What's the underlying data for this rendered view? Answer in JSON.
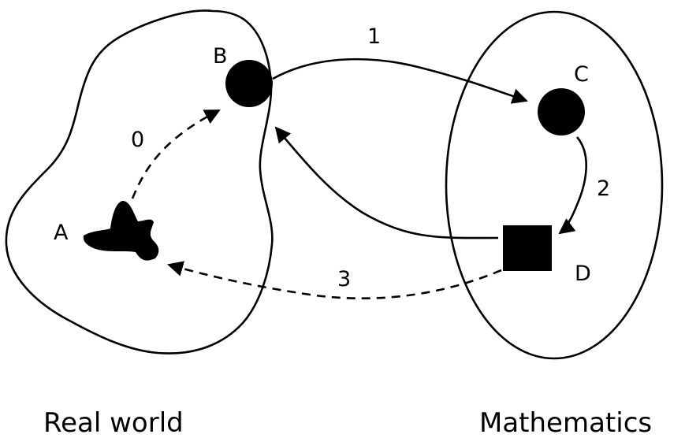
{
  "diagram": {
    "regions": [
      {
        "id": "real-world",
        "label": "Real world",
        "shape": "blob"
      },
      {
        "id": "mathematics",
        "label": "Mathematics",
        "shape": "ellipse"
      }
    ],
    "nodes": [
      {
        "id": "A",
        "label": "A",
        "shape": "irregular-blob",
        "region": "real-world"
      },
      {
        "id": "B",
        "label": "B",
        "shape": "circle",
        "region": "real-world"
      },
      {
        "id": "C",
        "label": "C",
        "shape": "circle",
        "region": "mathematics"
      },
      {
        "id": "D",
        "label": "D",
        "shape": "square",
        "region": "mathematics"
      }
    ],
    "edges": [
      {
        "from": "A",
        "to": "B",
        "label": "0",
        "style": "dashed"
      },
      {
        "from": "B",
        "to": "C",
        "label": "1",
        "style": "solid"
      },
      {
        "from": "C",
        "to": "D",
        "label": "2",
        "style": "solid"
      },
      {
        "from": "D",
        "to": "A",
        "label": "3",
        "style": "dashed"
      },
      {
        "from": "D",
        "to": "B",
        "label": "",
        "style": "solid"
      }
    ],
    "colors": {
      "ink": "#000000",
      "background": "#ffffff"
    }
  }
}
